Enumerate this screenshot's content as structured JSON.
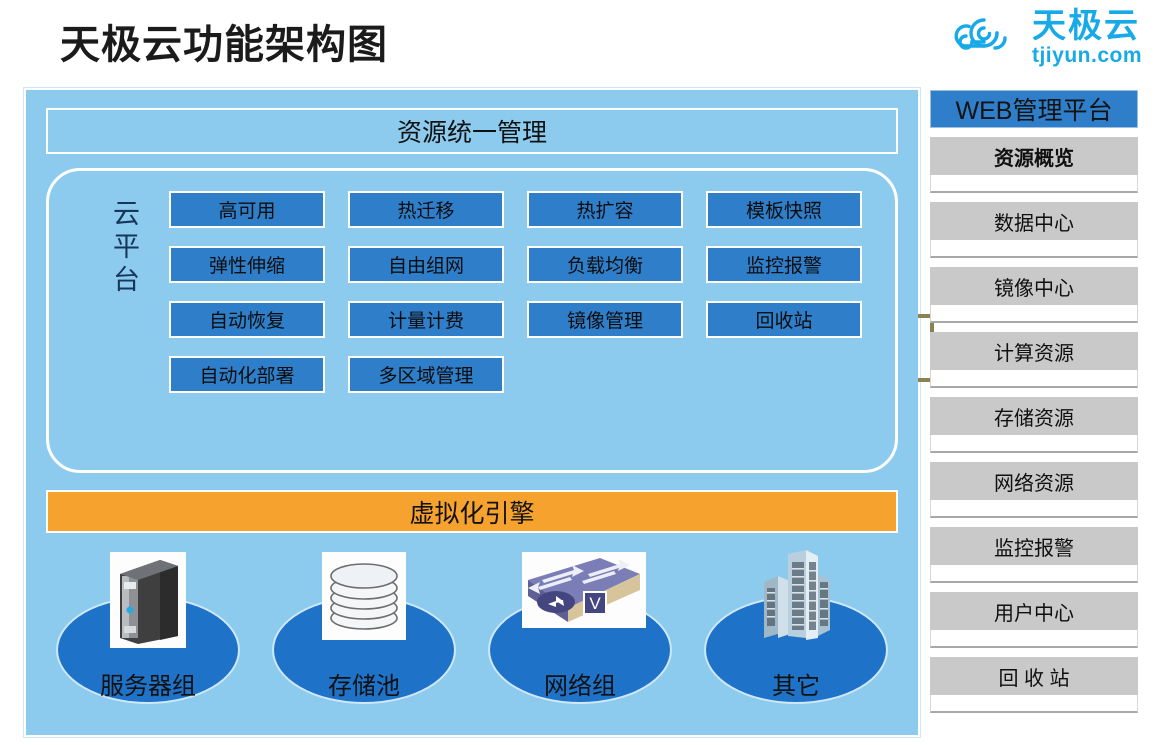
{
  "header": {
    "title": "天极云功能架构图",
    "logo": {
      "icon": "cloud-spiral-logo-icon",
      "brand_cn": "天极云",
      "brand_en": "tjiyun.com",
      "color": "#17A9E8"
    }
  },
  "diagram": {
    "unified_management": "资源统一管理",
    "platform_label": "云平台",
    "features": [
      [
        "高可用",
        "热迁移",
        "热扩容",
        "模板快照"
      ],
      [
        "弹性伸缩",
        "自由组网",
        "负载均衡",
        "监控报警"
      ],
      [
        "自动恢复",
        "计量计费",
        "镜像管理",
        "回收站"
      ],
      [
        "自动化部署",
        "多区域管理"
      ]
    ],
    "virtualization_engine": "虚拟化引擎",
    "resources": [
      {
        "label": "服务器组",
        "icon": "tower-server-icon"
      },
      {
        "label": "存储池",
        "icon": "disk-stack-icon"
      },
      {
        "label": "网络组",
        "icon": "network-switch-icon"
      },
      {
        "label": "其它",
        "icon": "datacenter-buildings-icon"
      }
    ],
    "colors": {
      "panel_background": "#8CCBEE",
      "feature_box": "#2E7ECA",
      "virtualization_bar": "#F6A22E",
      "ellipse": "#1E72C8",
      "platform_label_text": "#16365C"
    }
  },
  "sidebar": {
    "header": "WEB管理平台",
    "items": [
      {
        "label": "资源概览"
      },
      {
        "label": "数据中心"
      },
      {
        "label": "镜像中心"
      },
      {
        "label": "计算资源"
      },
      {
        "label": "存储资源"
      },
      {
        "label": "网络资源"
      },
      {
        "label": "监控报警"
      },
      {
        "label": "用户中心"
      },
      {
        "label": "回 收 站"
      }
    ],
    "colors": {
      "header": "#2E7ECA",
      "item": "#C9C9C9"
    }
  }
}
